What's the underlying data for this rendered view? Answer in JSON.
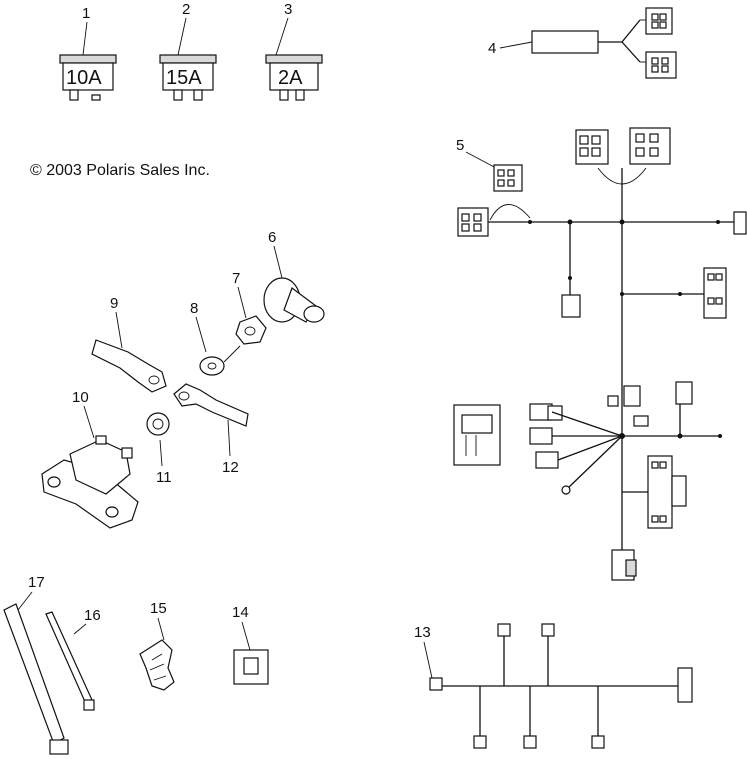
{
  "copyright": "© 2003 Polaris Sales Inc.",
  "fuses": [
    {
      "callout": "1",
      "rating": "10A"
    },
    {
      "callout": "2",
      "rating": "15A"
    },
    {
      "callout": "3",
      "rating": "2A"
    }
  ],
  "callouts": {
    "c4": "4",
    "c5": "5",
    "c6": "6",
    "c7": "7",
    "c8": "8",
    "c9": "9",
    "c10": "10",
    "c11": "11",
    "c12": "12",
    "c13": "13",
    "c14": "14",
    "c15": "15",
    "c16": "16",
    "c17": "17"
  }
}
